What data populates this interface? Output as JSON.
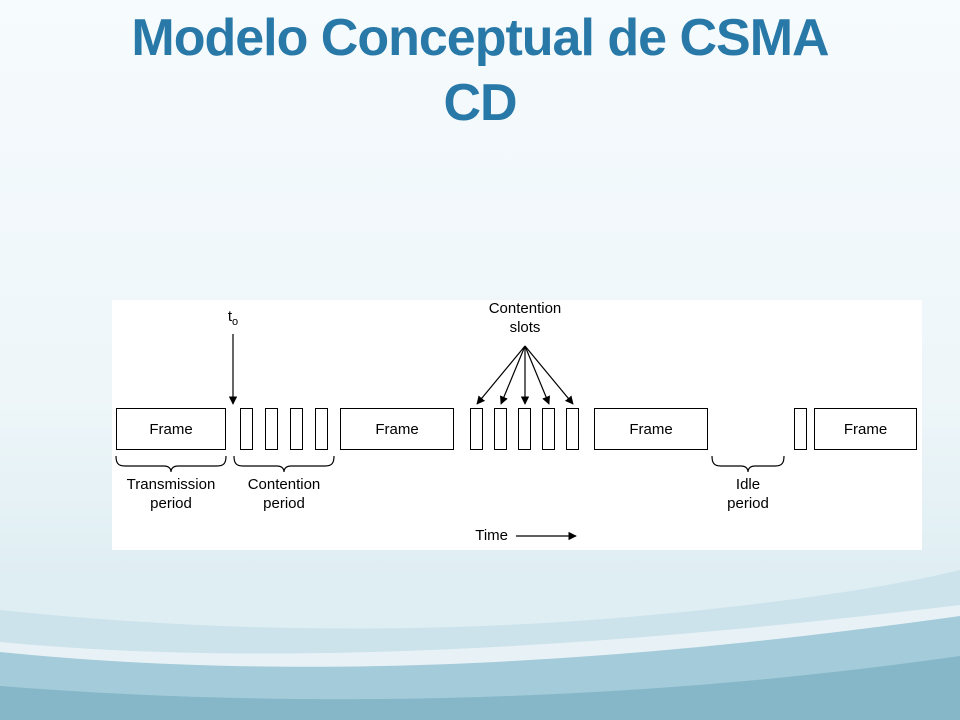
{
  "slide": {
    "title_line1": "Modelo Conceptual de CSMA",
    "title_line2": "CD"
  },
  "diagram": {
    "frames": [
      "Frame",
      "Frame",
      "Frame",
      "Frame"
    ],
    "t0": {
      "base": "t",
      "sub": "o"
    },
    "labels": {
      "contention_slots": "Contention\nslots",
      "transmission_period": "Transmission\nperiod",
      "contention_period": "Contention\nperiod",
      "idle_period": "Idle\nperiod",
      "time": "Time"
    }
  },
  "colors": {
    "title_text": "#2878a8",
    "diagram_background": "#ffffff",
    "diagram_lines": "#000000",
    "wave_light": "#cde3ec",
    "wave_mid": "#a3cbd9",
    "wave_dark": "#85b7c8"
  }
}
